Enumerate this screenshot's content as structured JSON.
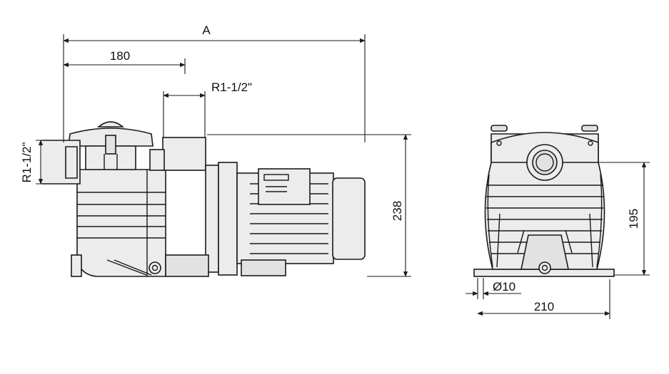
{
  "side_view": {
    "dim_overall_length": "A",
    "dim_suction_center": "180",
    "dim_discharge_port": "R1-1/2\"",
    "dim_suction_port": "R1-1/2\"",
    "dim_height": "238"
  },
  "front_view": {
    "dim_shaft_height": "195",
    "dim_bolt_hole": "Ø10",
    "dim_base_width": "210"
  },
  "colors": {
    "line": "#1a1a1a",
    "body_fill": "#ececec"
  }
}
